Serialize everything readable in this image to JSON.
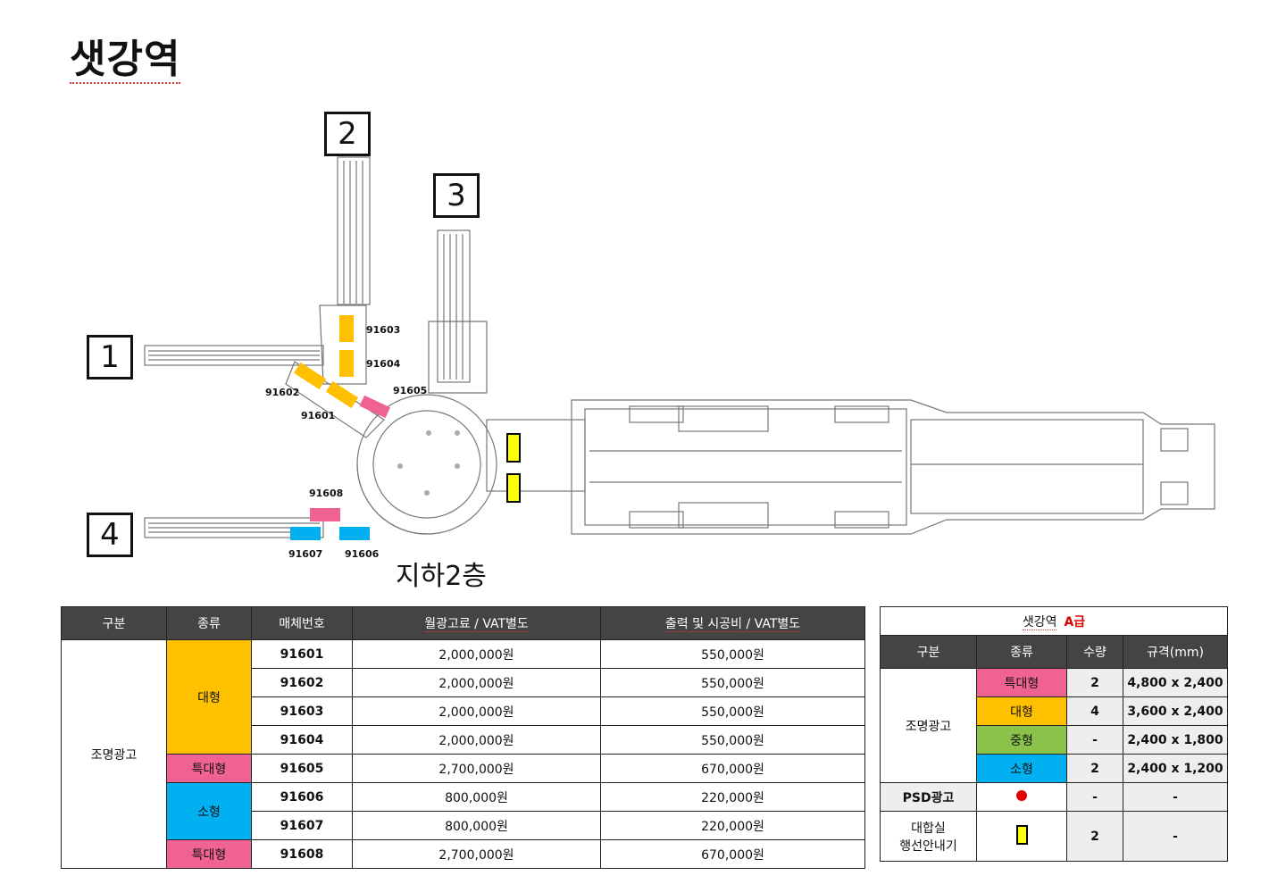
{
  "page": {
    "title": "샛강역",
    "floor_label": "지하2층"
  },
  "exits": [
    "1",
    "2",
    "3",
    "4"
  ],
  "media_labels": {
    "m91601": "91601",
    "m91602": "91602",
    "m91603": "91603",
    "m91604": "91604",
    "m91605": "91605",
    "m91606": "91606",
    "m91607": "91607",
    "m91608": "91608"
  },
  "colors": {
    "large": "#FFC000",
    "extra_large": "#F06292",
    "medium": "#8BC34A",
    "small": "#00B0F0",
    "header_bg": "#444444",
    "info_marker": "#FFFF00",
    "psd_dot": "#E00000"
  },
  "main_table": {
    "headers": [
      "구분",
      "종류",
      "매체번호",
      "월광고료 / VAT별도",
      "출력 및 시공비 / VAT별도"
    ],
    "category": "조명광고",
    "type_large": "대형",
    "type_xl_1": "특대형",
    "type_small": "소형",
    "type_xl_2": "특대형",
    "rows": [
      {
        "code": "91601",
        "fee": "2,000,000원",
        "install": "550,000원"
      },
      {
        "code": "91602",
        "fee": "2,000,000원",
        "install": "550,000원"
      },
      {
        "code": "91603",
        "fee": "2,000,000원",
        "install": "550,000원"
      },
      {
        "code": "91604",
        "fee": "2,000,000원",
        "install": "550,000원"
      },
      {
        "code": "91605",
        "fee": "2,700,000원",
        "install": "670,000원"
      },
      {
        "code": "91606",
        "fee": "800,000원",
        "install": "220,000원"
      },
      {
        "code": "91607",
        "fee": "800,000원",
        "install": "220,000원"
      },
      {
        "code": "91608",
        "fee": "2,700,000원",
        "install": "670,000원"
      }
    ]
  },
  "side_table": {
    "caption_station": "샛강역",
    "caption_grade": "A급",
    "headers": [
      "구분",
      "종류",
      "수량",
      "규격(mm)"
    ],
    "lighting_label": "조명광고",
    "lighting_rows": [
      {
        "type": "특대형",
        "qty": "2",
        "size": "4,800 x 2,400"
      },
      {
        "type": "대형",
        "qty": "4",
        "size": "3,600 x 2,400"
      },
      {
        "type": "중형",
        "qty": "-",
        "size": "2,400 x 1,800"
      },
      {
        "type": "소형",
        "qty": "2",
        "size": "2,400 x 1,200"
      }
    ],
    "psd": {
      "label": "PSD광고",
      "qty": "-",
      "size": "-"
    },
    "guide": {
      "label_line1": "대합실",
      "label_line2": "행선안내기",
      "qty": "2",
      "size": "-"
    }
  }
}
